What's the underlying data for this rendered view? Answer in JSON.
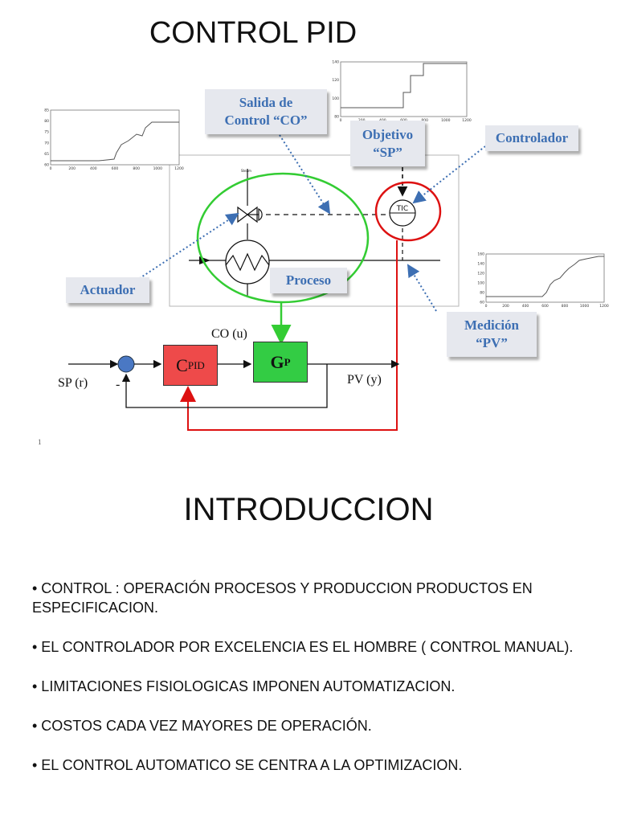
{
  "slide1": {
    "title": "CONTROL PID",
    "callouts": {
      "salida": "Salida de\nControl “CO”",
      "objetivo": "Objetivo\n“SP”",
      "controlador": "Controlador",
      "actuador": "Actuador",
      "proceso": "Proceso",
      "medicion": "Medición\n“PV”"
    },
    "instrument_tag": "TIC",
    "steam_label": "Steam",
    "block_diagram": {
      "co_label": "CO (u)",
      "sp_label": "SP (r)",
      "pv_label": "PV (y)",
      "minus": "-",
      "cpid_main": "C",
      "cpid_sub": "PID",
      "gp_main": "G",
      "gp_sub": "P"
    },
    "page_number": "1",
    "colors": {
      "callout_text": "#3d6fb3",
      "process_circle": "#33cc33",
      "controller_circle": "#dd1111",
      "cpid_fill": "#ee4a4a",
      "gp_fill": "#33cc44",
      "summing_junction": "#4a78c4"
    }
  },
  "slide2": {
    "title": "INTRODUCCION",
    "bullets": [
      "• CONTROL : OPERACIÓN PROCESOS Y PRODUCCION PRODUCTOS  EN ESPECIFICACION.",
      "• EL CONTROLADOR POR EXCELENCIA ES EL HOMBRE ( CONTROL MANUAL).",
      "• LIMITACIONES FISIOLOGICAS IMPONEN AUTOMATIZACION.",
      "• COSTOS CADA VEZ MAYORES DE OPERACIÓN.",
      "• EL CONTROL AUTOMATICO SE CENTRA A LA OPTIMIZACION."
    ]
  },
  "charts": {
    "co_plot": {
      "x_ticks": [
        "0",
        "200",
        "400",
        "600",
        "800",
        "1000",
        "1200"
      ],
      "y_ticks": [
        "60",
        "65",
        "70",
        "75",
        "80",
        "85"
      ]
    },
    "sp_plot": {
      "x_ticks": [
        "0",
        "200",
        "400",
        "600",
        "800",
        "1000",
        "1200"
      ],
      "y_ticks": [
        "80",
        "100",
        "120",
        "140"
      ]
    },
    "pv_plot": {
      "x_ticks": [
        "0",
        "200",
        "400",
        "600",
        "800",
        "1000",
        "1200"
      ],
      "y_ticks": [
        "60",
        "80",
        "100",
        "120",
        "140",
        "160"
      ]
    }
  }
}
